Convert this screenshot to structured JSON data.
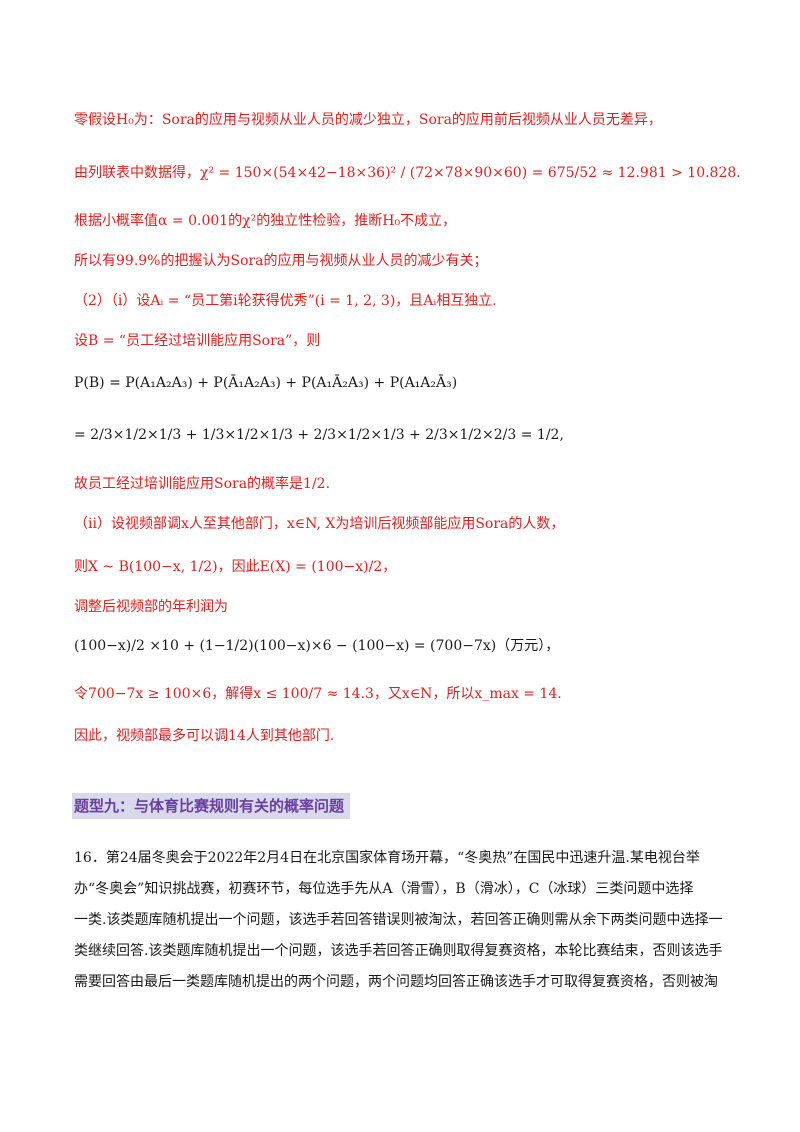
{
  "solution": {
    "line1": "零假设H₀为：Sora的应用与视频从业人员的减少独立，Sora的应用前后视频从业人员无差异，",
    "line2": "由列联表中数据得，χ² = 150×(54×42−18×36)² / (72×78×90×60) = 675/52 ≈ 12.981 > 10.828.",
    "line3": "根据小概率值α = 0.001的χ²的独立性检验，推断H₀不成立，",
    "line4": "所以有99.9%的把握认为Sora的应用与视频从业人员的减少有关；",
    "line5": "（2）（i）设Aᵢ = “员工第i轮获得优秀”(i = 1, 2, 3)，且Aᵢ相互独立.",
    "line6": "设B = “员工经过培训能应用Sora”，则",
    "line7": "P(B) = P(A₁A₂A₃) + P(Ā₁A₂A₃) + P(A₁Ā₂A₃) + P(A₁A₂Ā₃)",
    "line8": "= 2/3×1/2×1/3 + 1/3×1/2×1/3 + 2/3×1/2×1/3 + 2/3×1/2×2/3 = 1/2,",
    "line9": "故员工经过培训能应用Sora的概率是1/2.",
    "line10": "（ii）设视频部调x人至其他部门，x∈N, X为培训后视频部能应用Sora的人数，",
    "line11": "则X ~ B(100−x, 1/2)，因此E(X) = (100−x)/2，",
    "line12": "调整后视频部的年利润为",
    "line13": "(100−x)/2 ×10 + (1−1/2)(100−x)×6 − (100−x) = (700−7x)（万元），",
    "line14": "令700−7x ≥ 100×6，解得x ≤ 100/7 ≈ 14.3，又x∈N，所以x_max = 14.",
    "line15": "因此，视频部最多可以调14人到其他部门."
  },
  "section_title": "题型九：与体育比赛规则有关的概率问题",
  "problem": {
    "l1": "16．第24届冬奥会于2022年2月4日在北京国家体育场开幕，“冬奥热”在国民中迅速升温.某电视台举",
    "l2": "办“冬奥会”知识挑战赛，初赛环节，每位选手先从A（滑雪），B（滑冰），C（冰球）三类问题中选择",
    "l3": "一类.该类题库随机提出一个问题，该选手若回答错误则被淘汰，若回答正确则需从余下两类问题中选择一",
    "l4": "类继续回答.该类题库随机提出一个问题，该选手若回答正确则取得复赛资格，本轮比赛结束，否则该选手",
    "l5": "需要回答由最后一类题库随机提出的两个问题，两个问题均回答正确该选手才可取得复赛资格，否则被淘"
  }
}
